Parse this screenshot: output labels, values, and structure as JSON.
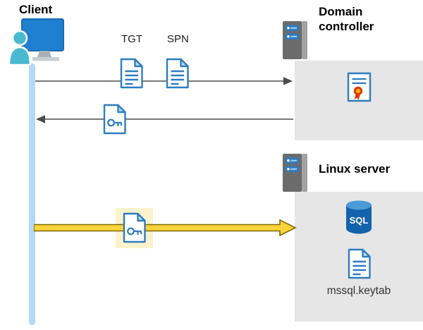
{
  "client": {
    "label": "Client"
  },
  "ticket_labels": {
    "tgt": "TGT",
    "spn": "SPN"
  },
  "domain_controller": {
    "label": "Domain controller"
  },
  "linux_server": {
    "label": "Linux server",
    "sql_badge": "SQL",
    "keytab": "mssql.keytab"
  },
  "icons": {
    "client": "client-user-monitor-icon",
    "server": "server-tower-icon",
    "document": "document-icon",
    "key_ticket": "key-ticket-document-icon",
    "certificate": "certificate-icon",
    "sql_database": "sql-database-icon"
  },
  "colors": {
    "document_blue": "#2e7cc1",
    "lifeline_blue": "#b9d8f1",
    "panel_gray": "#e6e6e6",
    "arrow_gray": "#4b4b4b",
    "yellow_arrow_fill": "#ffd43b",
    "yellow_arrow_outline": "#7d6b00",
    "highlight_yellow": "#fcf3cd",
    "sql_body_blue": "#1262ac",
    "seal_red": "#d83b01",
    "seal_gold": "#ffb900",
    "person_teal": "#49b8d1",
    "monitor_blue": "#1f7fd0"
  }
}
